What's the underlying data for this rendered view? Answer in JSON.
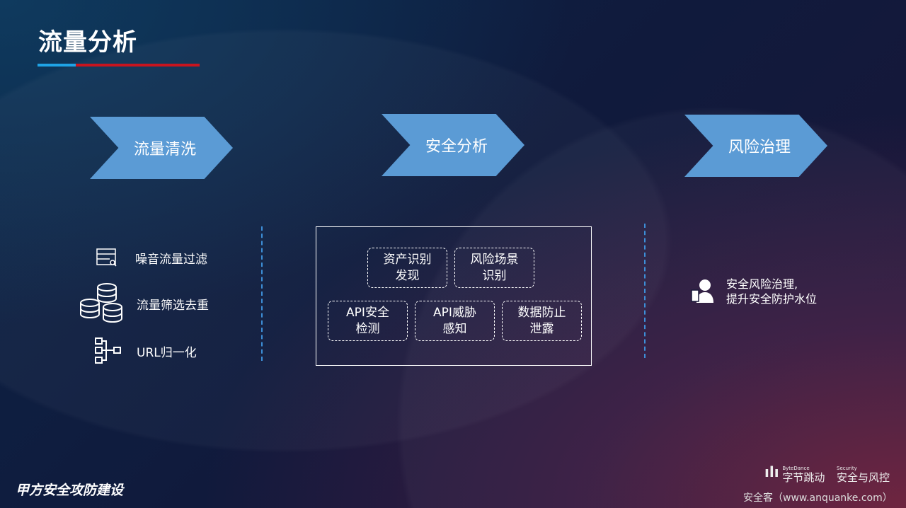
{
  "title": "流量分析",
  "stages": [
    "流量清洗",
    "安全分析",
    "风险治理"
  ],
  "cleaning_items": [
    "噪音流量过滤",
    "流量筛选去重",
    "URL归一化"
  ],
  "analysis_items": [
    "资产识别\n发现",
    "风险场景\n识别",
    "API安全\n检测",
    "API威胁\n感知",
    "数据防止\n泄露"
  ],
  "governance_text": [
    "安全风险治理,",
    "提升安全防护水位"
  ],
  "footer": {
    "left": "甲方安全攻防建设",
    "watermark": "安全客（www.anquanke.com）",
    "brand1_small": "ByteDance",
    "brand1": "字节跳动",
    "brand2_small": "Security",
    "brand2": "安全与风控"
  }
}
